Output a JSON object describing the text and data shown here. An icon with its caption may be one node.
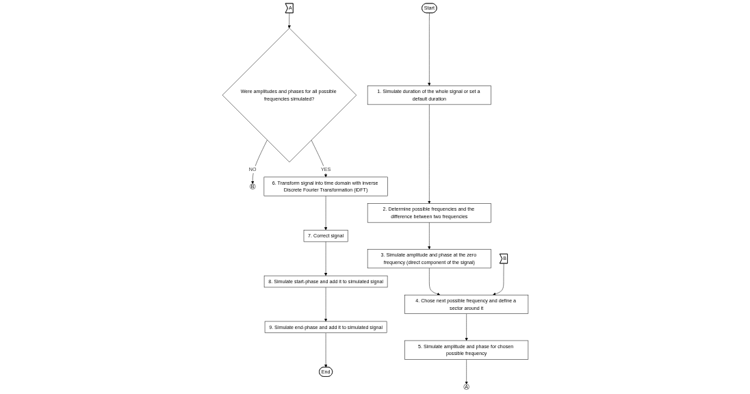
{
  "diagram": {
    "nodes": [
      {
        "text": [
          "Start"
        ]
      },
      {
        "text": [
          "1. Simulate duration of the whole signal or set a default duration"
        ]
      },
      {
        "text": [
          "2. Determine possible frequencies and the difference between two frequencies"
        ]
      },
      {
        "text": [
          "3. Simulate amplitude and phase at the zero frequency (direct component of the signal)"
        ]
      },
      {
        "text": [
          "4. Chose next possible frequency and define a sector around it"
        ]
      },
      {
        "text": [
          "B"
        ]
      },
      {
        "text": [
          "5. Simulate amplitude and phase for chosen possible frequency"
        ]
      },
      {
        "text": [
          "A"
        ]
      },
      {
        "text": [
          "A"
        ]
      },
      {
        "text": [
          "Were amplitudes and phases for all possible frequencies simulated?"
        ]
      },
      {
        "text": [
          "B"
        ]
      },
      {
        "text": [
          "6. Transform signal into time domain with inverse Discrete Fourier Transformation (iDFT)"
        ]
      },
      {
        "text": [
          "7. Correct signal"
        ]
      },
      {
        "text": [
          "8. Simulate start-phase and add it to simulated signal"
        ]
      },
      {
        "text": [
          "9. Simulate end-phase and add it to simulated signal"
        ]
      },
      {
        "text": [
          "End"
        ]
      }
    ],
    "edges": [
      {
        "from": 0,
        "to": 1,
        "arrow": "to"
      },
      {
        "from": 1,
        "to": 2,
        "arrow": "to"
      },
      {
        "from": 2,
        "to": 3,
        "arrow": "to"
      },
      {
        "from": 3,
        "to": 4,
        "arrow": "to"
      },
      {
        "from": 5,
        "to": 4,
        "arrow": "to"
      },
      {
        "from": 4,
        "to": 6,
        "arrow": "to"
      },
      {
        "from": 6,
        "to": 7,
        "arrow": "to"
      },
      {
        "from": 8,
        "to": 9,
        "arrow": "to"
      },
      {
        "from": 9,
        "to": 10,
        "arrow": "to",
        "label": "NO"
      },
      {
        "from": 9,
        "to": 11,
        "arrow": "to",
        "label": "YES"
      },
      {
        "from": 11,
        "to": 12,
        "arrow": "to"
      },
      {
        "from": 12,
        "to": 13,
        "arrow": "to"
      },
      {
        "from": 13,
        "to": 14,
        "arrow": "to"
      },
      {
        "from": 14,
        "to": 15,
        "arrow": "to"
      }
    ]
  }
}
